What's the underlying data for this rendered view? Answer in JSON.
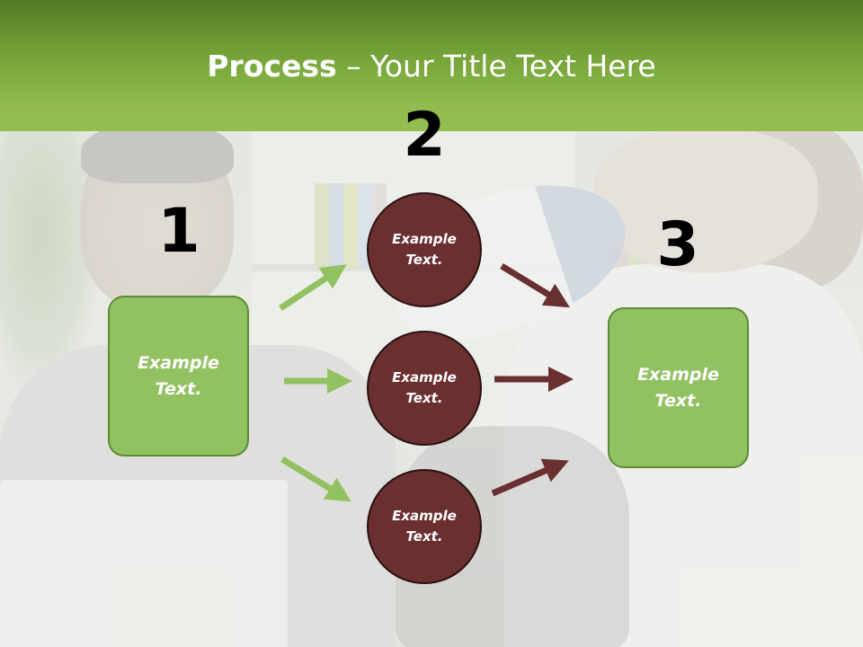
{
  "header": {
    "title_bold": "Process",
    "title_dash": " – ",
    "title_rest": "Your Title Text Here"
  },
  "steps": {
    "step1": {
      "number": "1",
      "box_line1": "Example",
      "box_line2": "Text."
    },
    "step2": {
      "number": "2",
      "circles": [
        {
          "line1": "Example",
          "line2": "Text."
        },
        {
          "line1": "Example",
          "line2": "Text."
        },
        {
          "line1": "Example",
          "line2": "Text."
        }
      ]
    },
    "step3": {
      "number": "3",
      "box_line1": "Example",
      "box_line2": "Text."
    }
  },
  "colors": {
    "header_green": "#8fbc4c",
    "box_green": "#92c162",
    "circle_maroon": "#6a2f2f",
    "arrow_green": "#92c162",
    "arrow_maroon": "#6a2f2f"
  }
}
